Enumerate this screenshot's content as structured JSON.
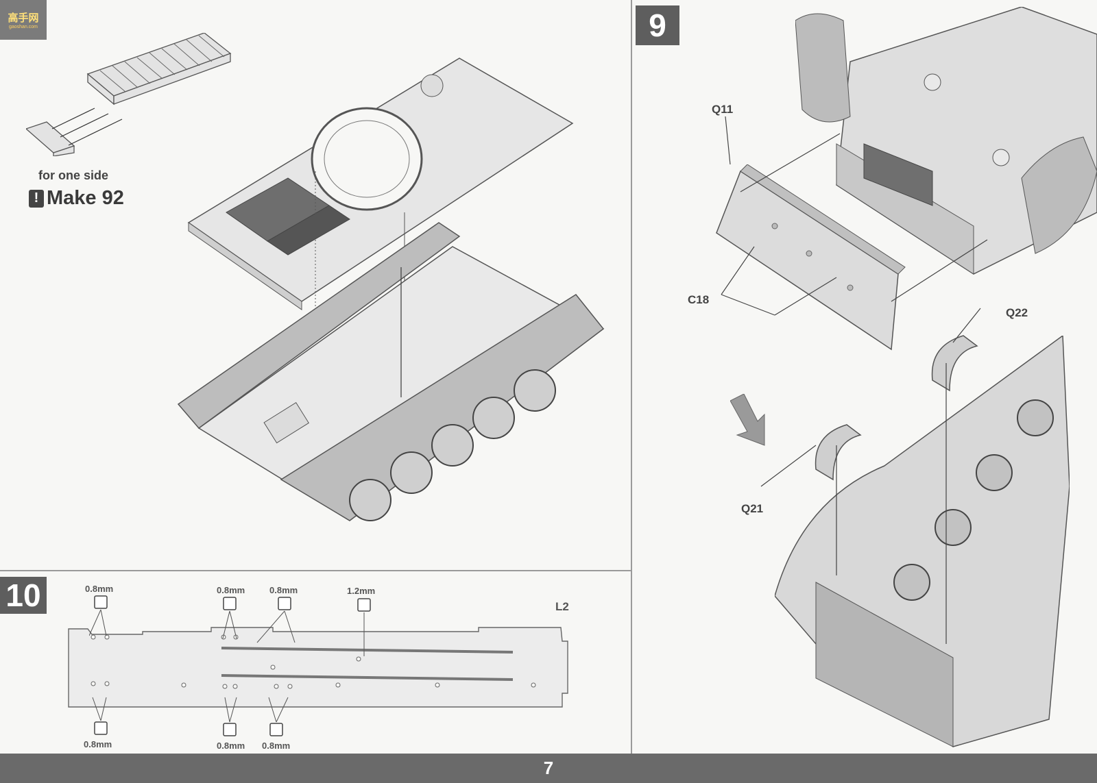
{
  "logo": {
    "text": "高手网",
    "subtext": "gaoshan.com"
  },
  "step8": {
    "note": "for one side",
    "make_label": "Make 92"
  },
  "step9": {
    "number": "9",
    "parts": {
      "q11": "Q11",
      "c18": "C18",
      "q22": "Q22",
      "q21": "Q21"
    }
  },
  "step10": {
    "number": "10",
    "part": "L2",
    "drill_sizes": {
      "top_1": "0.8mm",
      "top_2": "0.8mm",
      "top_3": "0.8mm",
      "top_4": "1.2mm",
      "bottom_1": "0.8mm",
      "bottom_2": "0.8mm",
      "bottom_3": "0.8mm"
    }
  },
  "footer": {
    "page_number": "7"
  }
}
